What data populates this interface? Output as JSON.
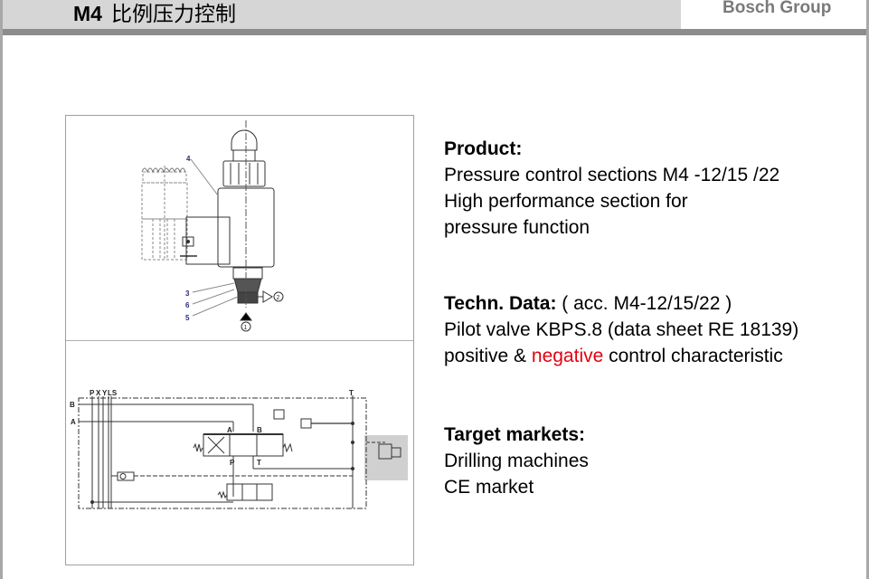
{
  "header": {
    "code": "M4",
    "title": "比例压力控制",
    "brand": "Bosch Group"
  },
  "figures": {
    "top": {
      "type": "valve-cross-section",
      "callouts": [
        "4",
        "3",
        "6",
        "5"
      ],
      "ports": [
        "1",
        "2"
      ]
    },
    "bottom": {
      "type": "hydraulic-schematic",
      "port_labels_top": [
        "P",
        "X",
        "Y",
        "LS",
        "T"
      ],
      "port_labels_left": [
        "B",
        "A"
      ],
      "valve_labels": [
        "A",
        "B",
        "P",
        "T"
      ]
    }
  },
  "product": {
    "heading": "Product:",
    "lines": [
      "Pressure control sections M4 -12/15 /22",
      "High performance section for",
      "pressure function"
    ]
  },
  "techn": {
    "heading": "Techn. Data:",
    "heading_suffix": " ( acc. M4-12/15/22 )",
    "lines": [
      "Pilot valve KBPS.8 (data sheet RE 18139)"
    ],
    "char_prefix": "positive & ",
    "char_highlight": "negative",
    "char_suffix": " control characteristic",
    "highlight_color": "#e3000f"
  },
  "markets": {
    "heading": "Target markets:",
    "lines": [
      "Drilling machines",
      "CE market"
    ]
  }
}
